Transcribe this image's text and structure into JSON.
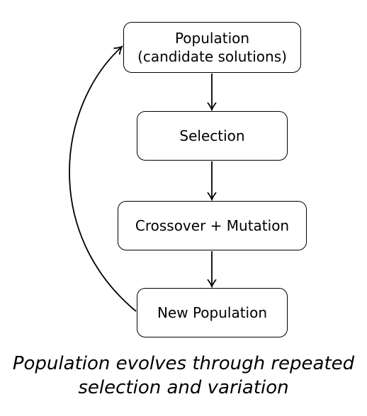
{
  "diagram": {
    "nodes": {
      "population": {
        "line1": "Population",
        "line2": "(candidate solutions)"
      },
      "selection": {
        "label": "Selection"
      },
      "crossover_mutation": {
        "label": "Crossover + Mutation"
      },
      "new_population": {
        "label": "New Population"
      }
    },
    "caption": {
      "line1": "Population evolves through repeated",
      "line2": "selection and variation"
    }
  }
}
